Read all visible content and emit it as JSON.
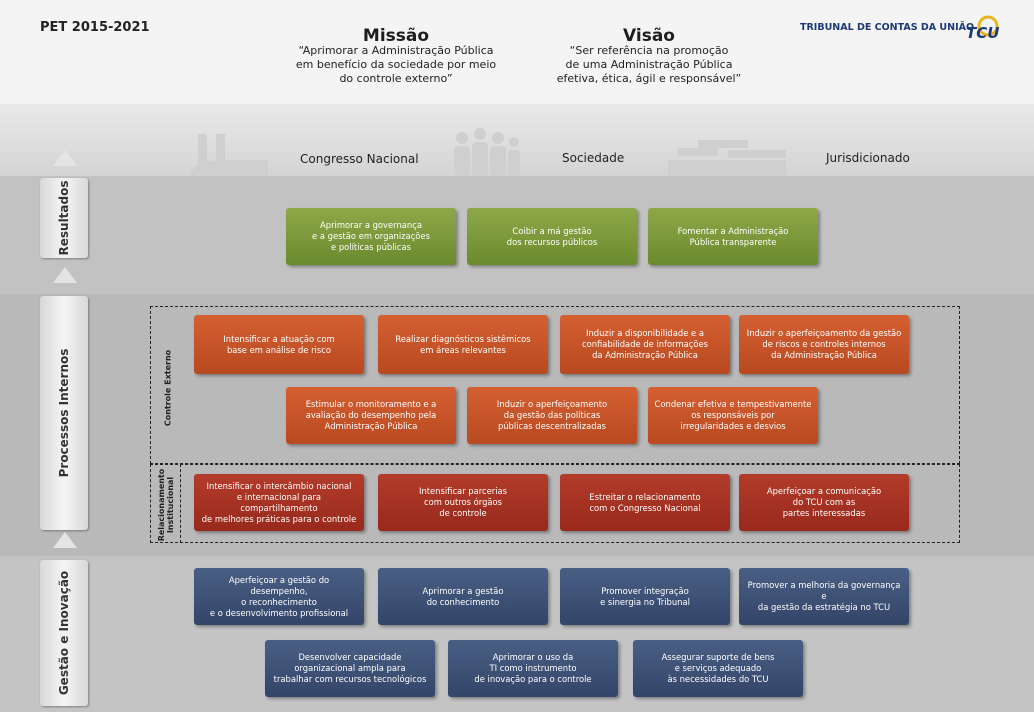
{
  "header": {
    "pet": "PET 2015-2021",
    "missao": {
      "title": "Missão",
      "text": "“Aprimorar a Administração Pública\nem benefício da sociedade por meio\ndo controle externo”"
    },
    "visao": {
      "title": "Visão",
      "text": "“Ser referência na promoção\nde uma Administração Pública\nefetiva, ética, ágil e responsável”"
    },
    "org": "TRIBUNAL DE CONTAS DA UNIÃO",
    "logo": "TCU"
  },
  "audiences": [
    "Congresso Nacional",
    "Sociedade",
    "Jurisdicionado"
  ],
  "sections": {
    "resultados": "Resultados",
    "processos": "Processos Internos",
    "gestao": "Gestão e Inovação",
    "controle_externo": "Controle Externo",
    "relacionamento": "Relacionamento\nInstitucional"
  },
  "resultados": [
    "Aprimorar a governança\ne a gestão em organizações\ne políticas públicas",
    "Coibir a má gestão\ndos recursos públicos",
    "Fomentar a Administração\nPública transparente"
  ],
  "controle_externo": [
    "Intensificar a atuação com\nbase em análise de risco",
    "Realizar diagnósticos sistêmicos\nem áreas relevantes",
    "Induzir a disponibilidade e a\nconfiabilidade de informações\nda Administração Pública",
    "Induzir o aperfeiçoamento da gestão\nde riscos e controles internos\nda Administração Pública",
    "Estimular o monitoramento e a\navaliação do desempenho pela\nAdministração Pública",
    "Induzir o aperfeiçoamento\nda gestão das políticas\npúblicas descentralizadas",
    "Condenar efetiva e tempestivamente\nos responsáveis por\nirregularidades e desvios"
  ],
  "relacionamento": [
    "Intensificar o intercâmbio nacional\ne internacional para compartilhamento\nde melhores práticas para o controle",
    "Intensificar parcerias\ncom outros órgãos\nde controle",
    "Estreitar o relacionamento\ncom o Congresso Nacional",
    "Aperfeiçoar a comunicação\ndo TCU com as\npartes interessadas"
  ],
  "gestao": [
    "Aperfeiçoar a gestão do desempenho,\no reconhecimento\ne o desenvolvimento profissional",
    "Aprimorar a gestão\ndo conhecimento",
    "Promover integração\ne sinergia no Tribunal",
    "Promover a melhoria da governança e\nda gestão da estratégia no TCU",
    "Desenvolver capacidade\norganizacional ampla para\ntrabalhar com recursos tecnológicos",
    "Aprimorar o uso da\nTI como instrumento\nde inovação para o controle",
    "Assegurar suporte de bens\ne serviços adequado\nàs necessidades do TCU"
  ],
  "colors": {
    "resultados": "#7a9a3a",
    "controle_externo": "#c85528",
    "relacionamento": "#a3331f",
    "gestao": "#3e5278"
  }
}
